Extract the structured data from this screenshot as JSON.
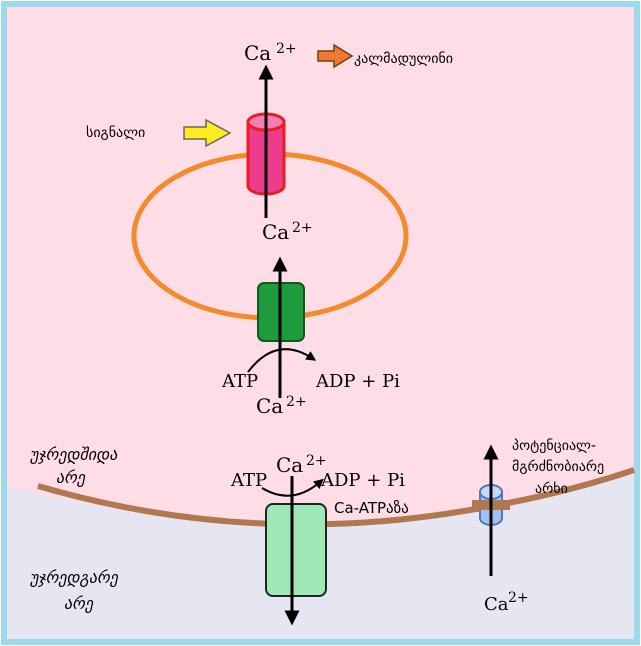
{
  "colors": {
    "frame": "#9fd8ea",
    "cytoplasm": "#ffdde6",
    "extracellular": "#e6e6f3",
    "membrane": "#b07850",
    "er_membrane": "#f48a2c",
    "channel_fill": "#ec3c8c",
    "channel_stroke": "#ec1c24",
    "er_pump": "#1f9a3c",
    "pm_pump": "#9ee8b6",
    "voltage_channel": "#9ec2f2",
    "signal_arrow": "#ffec1e",
    "calmodulin_arrow": "#f07a32"
  },
  "labels": {
    "ca_top": "Ca",
    "ca_top_sup": "2+",
    "calmodulin": "კალმადულინი",
    "signal": "სიგნალი",
    "ca_er": "Ca",
    "ca_er_sup": "2+",
    "atp_er": "ATP",
    "adp_er": "ADP + Pi",
    "ca_er_bottom": "Ca",
    "ca_er_bottom_sup": "2+",
    "intracellular_line1": "უჯრედშიდა",
    "intracellular_line2": "არე",
    "atp_pm": "ATP",
    "ca_pm": "Ca",
    "ca_pm_sup": "2+",
    "adp_pm": "ADP + Pi",
    "ca_atpase": "Ca-ATPაზა",
    "voltage_line1": "პოტენციალ-",
    "voltage_line2": "მგრძნობიარე",
    "voltage_line3": "არხი",
    "extracellular_line1": "უჯრედგარე",
    "extracellular_line2": "არე",
    "ca_vc": "Ca",
    "ca_vc_sup": "2+"
  }
}
